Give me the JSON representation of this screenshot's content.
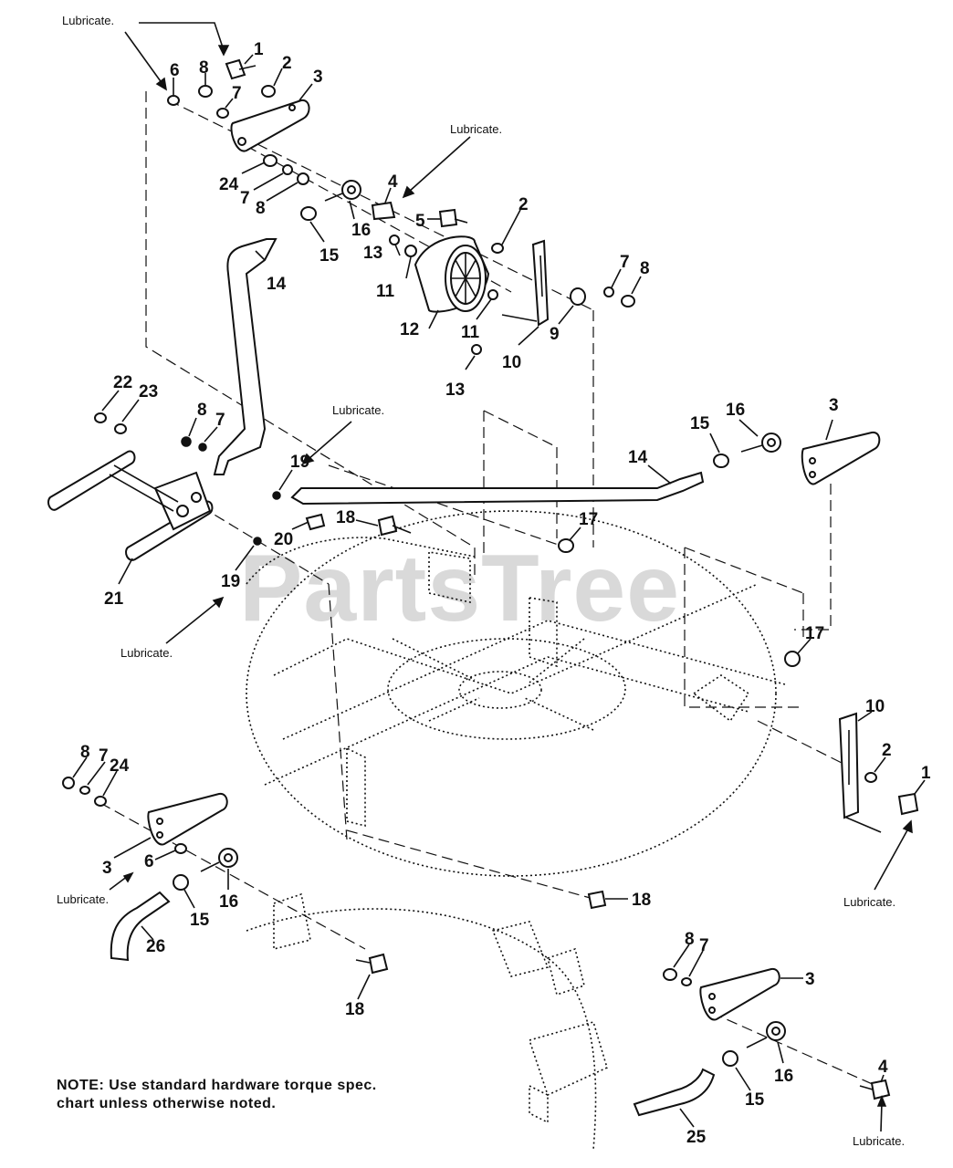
{
  "watermark": "PartsTree",
  "lubricate_text": "Lubricate.",
  "note_text": "NOTE: Use standard hardware torque spec. chart unless otherwise noted.",
  "callouts": {
    "c1a": "1",
    "c2a": "2",
    "c3a": "3",
    "c4a": "4",
    "c5a": "5",
    "c6a": "6",
    "c7a": "7",
    "c8a": "8",
    "c24a": "24",
    "c7b": "7",
    "c8b": "8",
    "c16a": "16",
    "c15a": "15",
    "c14a": "14",
    "c2b": "2",
    "c13a": "13",
    "c11a": "11",
    "c12a": "12",
    "c11b": "11",
    "c13b": "13",
    "c10a": "10",
    "c9a": "9",
    "c7c": "7",
    "c8c": "8",
    "c22": "22",
    "c23": "23",
    "c8d": "8",
    "c7d": "7",
    "c19a": "19",
    "c20": "20",
    "c18a": "18",
    "c17a": "17",
    "c14b": "14",
    "c15b": "15",
    "c16b": "16",
    "c3b": "3",
    "c21": "21",
    "c19b": "19",
    "c17b": "17",
    "c10b": "10",
    "c2c": "2",
    "c1b": "1",
    "c8e": "8",
    "c7e": "7",
    "c24b": "24",
    "c3c": "3",
    "c6b": "6",
    "c16c": "16",
    "c15c": "15",
    "c26": "26",
    "c18b": "18",
    "c18c": "18",
    "c8f": "8",
    "c7f": "7",
    "c3d": "3",
    "c16d": "16",
    "c15d": "15",
    "c4b": "4",
    "c25": "25"
  }
}
